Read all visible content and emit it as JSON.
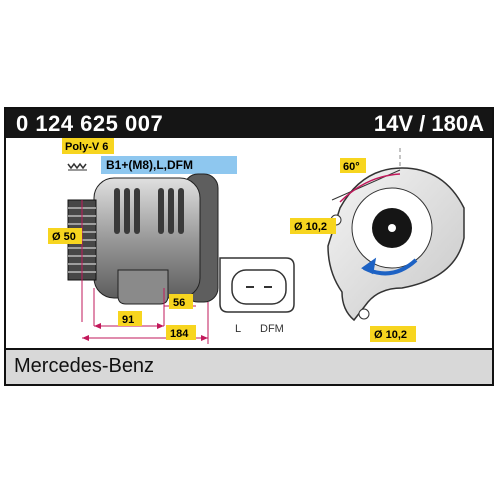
{
  "header": {
    "part_number": "0 124 625 007",
    "rating": "14V / 180A"
  },
  "pulley": {
    "type_label": "Poly-V 6"
  },
  "terminals": {
    "main_label": "B1+(M8),L,DFM"
  },
  "dimensions": {
    "diameter_pulley": "Ø 50",
    "length_91": "91",
    "length_184": "184",
    "width_56": "56",
    "mount_hole_top": "Ø 10,2",
    "mount_hole_bottom": "Ø 10,2",
    "angle": "60°"
  },
  "connector": {
    "pin_left": "L",
    "pin_right": "DFM"
  },
  "footer": {
    "brand": "Mercedes-Benz"
  },
  "colors": {
    "label_yellow": "#f7d51f",
    "label_blue": "#8ec7ef",
    "arrow_blue": "#1d62c4",
    "dim_pink": "#c2185b",
    "body_gray": "#9a9a9a"
  }
}
